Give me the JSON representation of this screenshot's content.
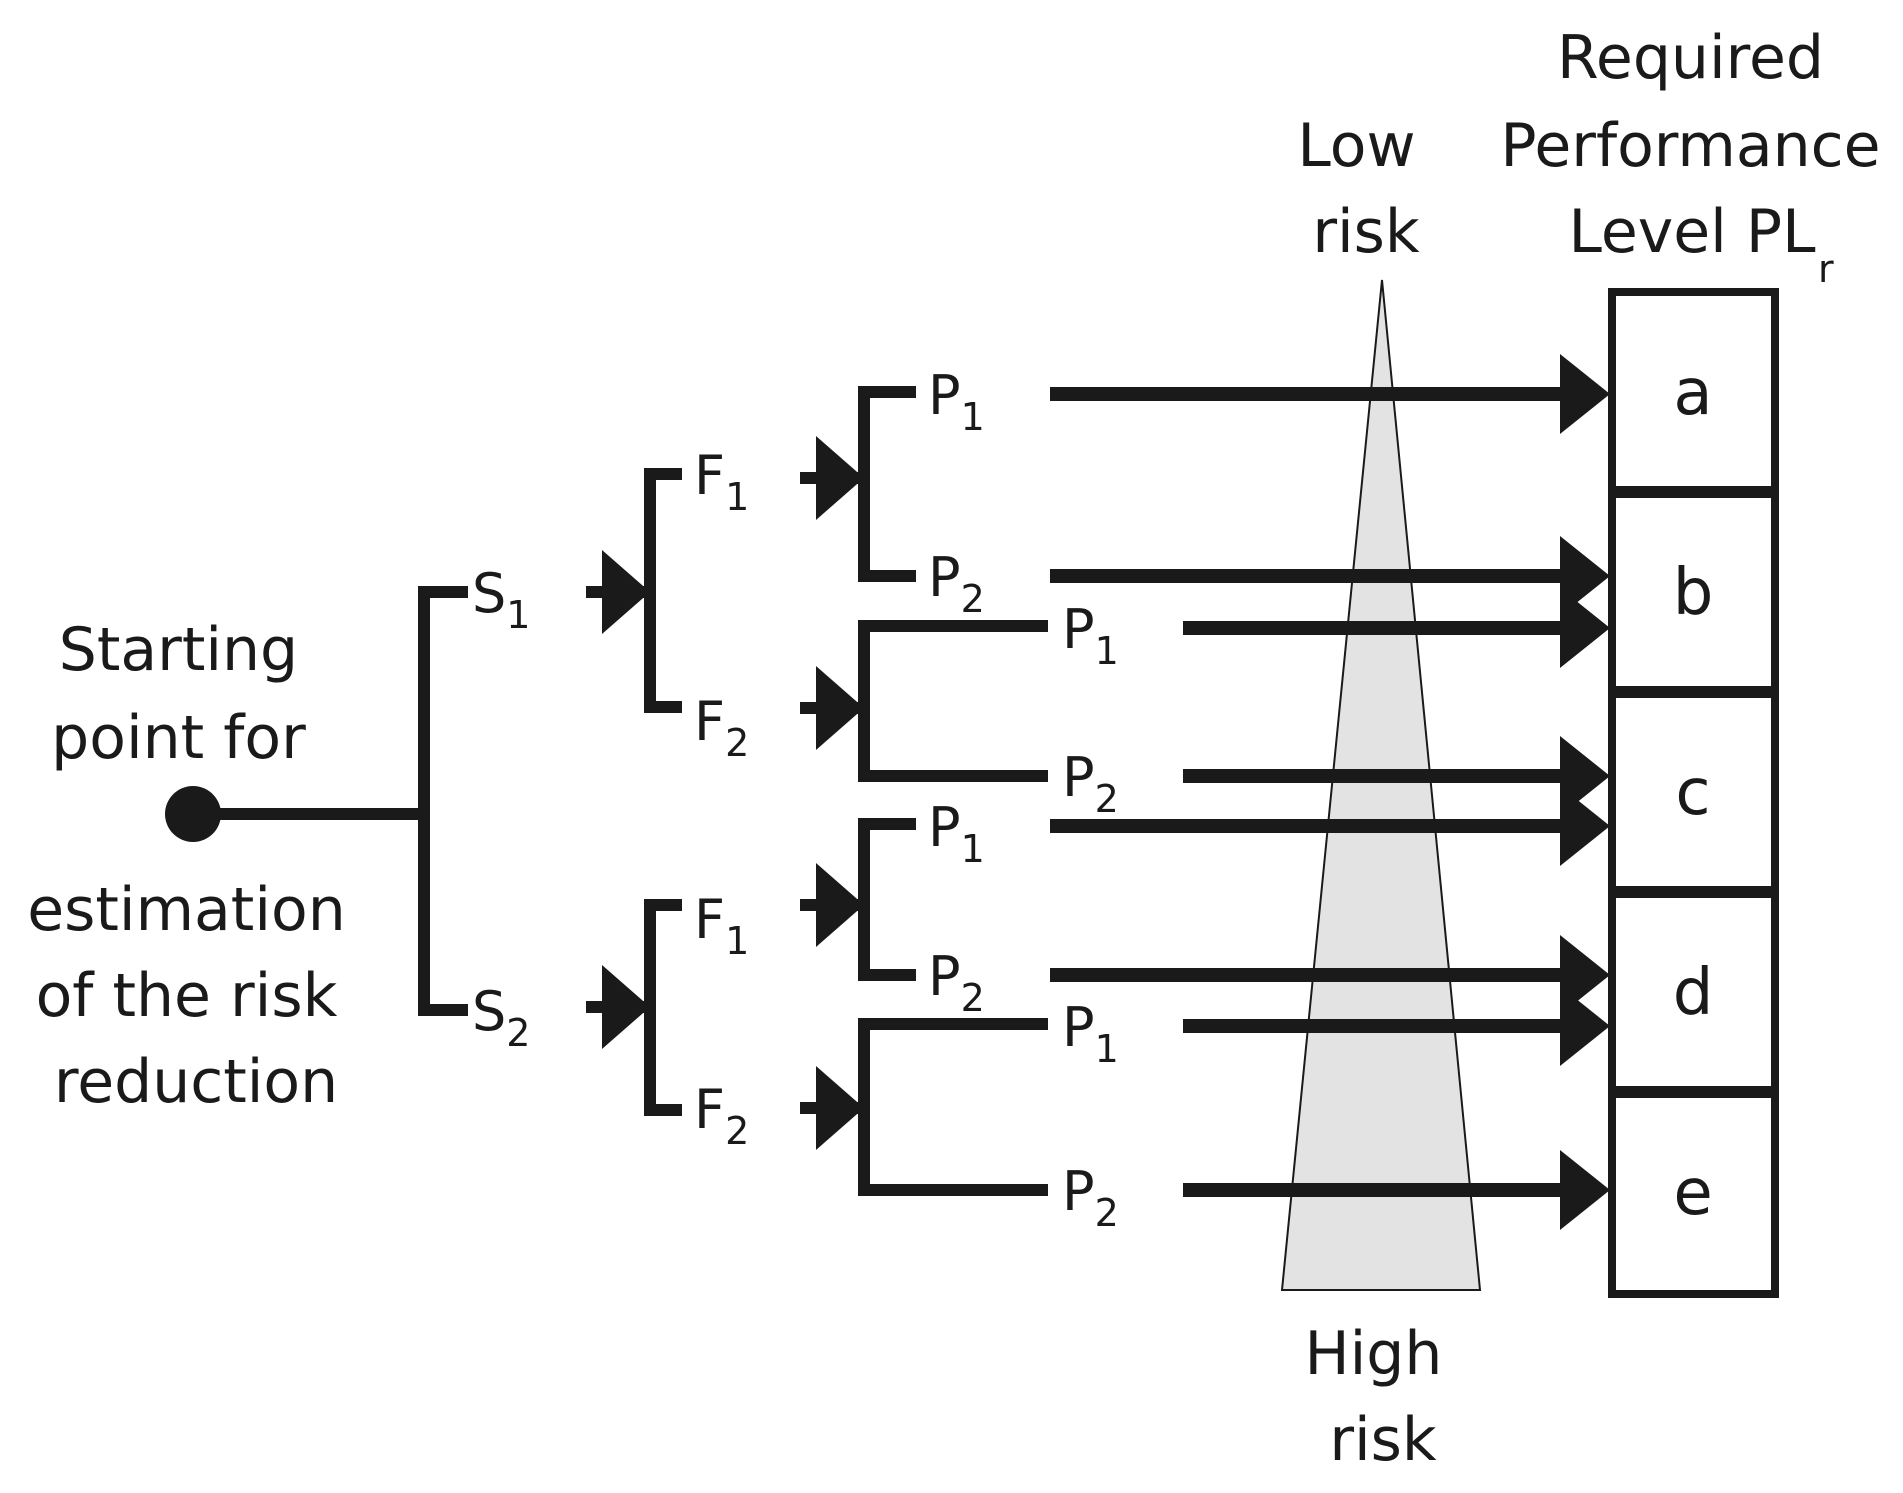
{
  "start": {
    "lines": [
      "Starting",
      "point for",
      "estimation",
      "of the risk",
      "reduction"
    ]
  },
  "header": {
    "low_risk": [
      "Low",
      "risk"
    ],
    "high_risk": [
      "High",
      "risk"
    ],
    "required": [
      "Required",
      "Performance",
      "Level PL"
    ],
    "required_sub": "r"
  },
  "nodes": {
    "S1": {
      "main": "S",
      "sub": "1"
    },
    "S2": {
      "main": "S",
      "sub": "2"
    },
    "F1a": {
      "main": "F",
      "sub": "1"
    },
    "F2a": {
      "main": "F",
      "sub": "2"
    },
    "F1b": {
      "main": "F",
      "sub": "1"
    },
    "F2b": {
      "main": "F",
      "sub": "2"
    },
    "P1a": {
      "main": "P",
      "sub": "1"
    },
    "P2a": {
      "main": "P",
      "sub": "2"
    },
    "P1b": {
      "main": "P",
      "sub": "1"
    },
    "P2b": {
      "main": "P",
      "sub": "2"
    },
    "P1c": {
      "main": "P",
      "sub": "1"
    },
    "P2c": {
      "main": "P",
      "sub": "2"
    },
    "P1d": {
      "main": "P",
      "sub": "1"
    },
    "P2d": {
      "main": "P",
      "sub": "2"
    }
  },
  "levels": [
    "a",
    "b",
    "c",
    "d",
    "e"
  ],
  "colors": {
    "line": "#1a1a1a",
    "triangle_fill": "#e3e3e3"
  }
}
